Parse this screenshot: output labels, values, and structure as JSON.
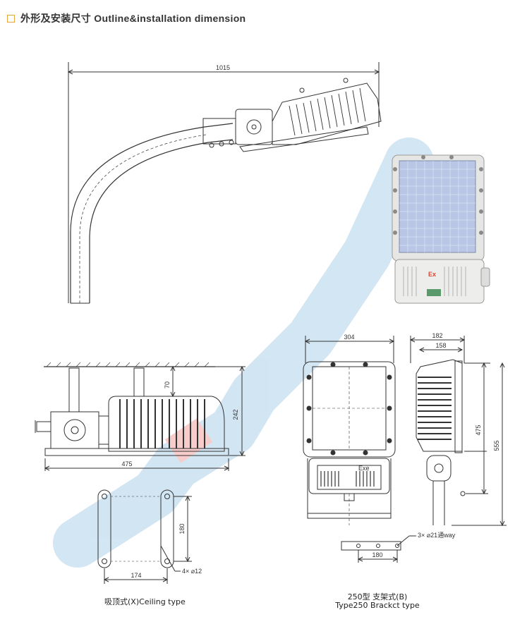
{
  "header": {
    "title": "外形及安装尺寸 Outline&installation dimension"
  },
  "dimensions": {
    "total_length": "1015",
    "ceiling_length": "475",
    "ceiling_height": "242",
    "ceiling_drop": "70",
    "hole_height": "180",
    "hole_spacing": "174",
    "ceiling_holes": "4× ⌀12",
    "front_width": "304",
    "side_width_outer": "182",
    "side_width_inner": "158",
    "side_height_inner": "475",
    "side_height_outer": "555",
    "bracket_holes": "3× ⌀21通way",
    "bracket_spacing": "180"
  },
  "labels": {
    "ex_mark": "Ex",
    "ex_mark_small": "Exe"
  },
  "captions": {
    "ceiling": "吸顶式(X)Ceiling type",
    "bracket_cn": "250型 支架式(B)",
    "bracket_en": "Type250 Brackct type"
  },
  "colors": {
    "line": "#333333",
    "watermark": "#7fb6dc",
    "accent": "#e8a33a",
    "led_panel": "#b9c6e6",
    "red_mark": "#d44a3a"
  }
}
